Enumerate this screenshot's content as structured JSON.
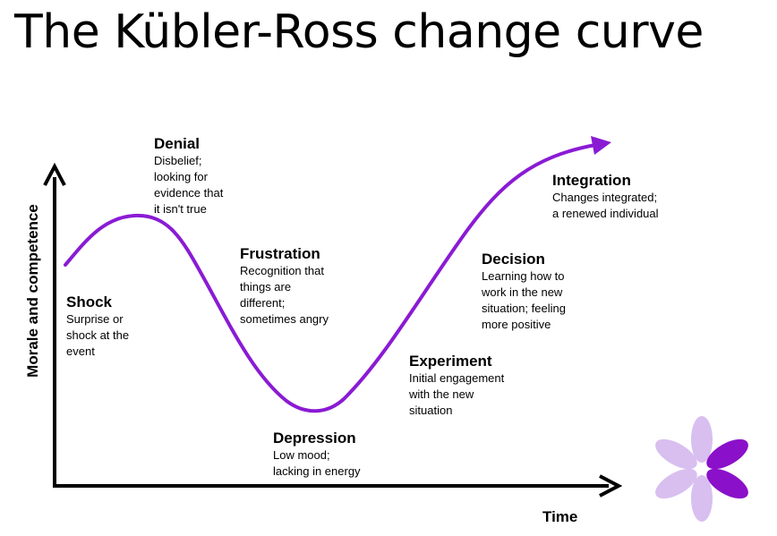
{
  "title": "The Kübler-Ross change curve",
  "axes": {
    "y_label": "Morale and competence",
    "x_label": "Time"
  },
  "stages": [
    {
      "name": "Shock",
      "description": "Surprise or\nshock at the\nevent"
    },
    {
      "name": "Denial",
      "description": "Disbelief;\nlooking for\nevidence that\nit isn't true"
    },
    {
      "name": "Frustration",
      "description": "Recognition that\nthings are\ndifferent;\nsometimes angry"
    },
    {
      "name": "Depression",
      "description": "Low mood;\nlacking in energy"
    },
    {
      "name": "Experiment",
      "description": "Initial engagement\nwith the new\nsituation"
    },
    {
      "name": "Decision",
      "description": "Learning how to\nwork in the new\nsituation; feeling\nmore positive"
    },
    {
      "name": "Integration",
      "description": "Changes integrated;\na renewed individual"
    }
  ],
  "colors": {
    "curve": "#8a1bd4",
    "axis": "#000000",
    "logo_dark": "#8b10c9",
    "logo_light": "#d8bff0"
  },
  "logo_icon": "flower-logo-icon"
}
